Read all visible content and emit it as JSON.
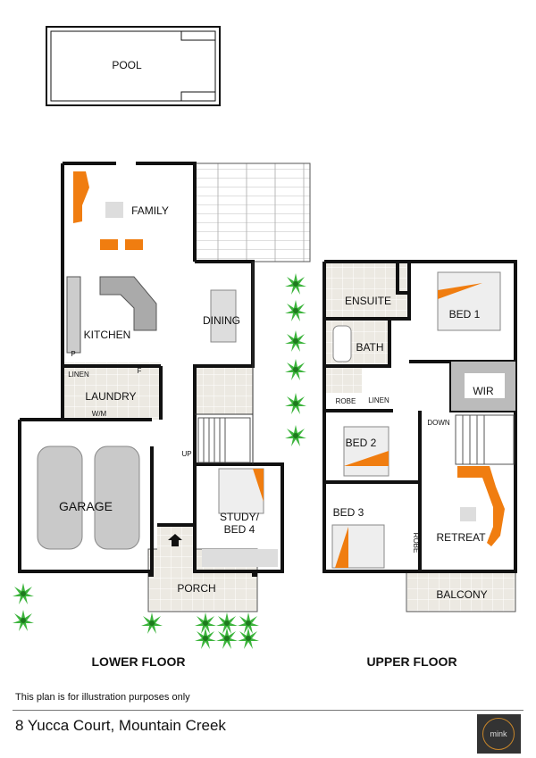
{
  "pool": {
    "label": "POOL"
  },
  "lower_floor": {
    "title": "LOWER FLOOR",
    "rooms": {
      "family": "FAMILY",
      "kitchen": "KITCHEN",
      "dining": "DINING",
      "pantry": "P",
      "linen": "LINEN",
      "fridge": "F",
      "laundry": "LAUNDRY",
      "wm": "W/M",
      "garage": "GARAGE",
      "up": "UP",
      "study": "STUDY/",
      "study2": "BED 4",
      "porch": "PORCH"
    }
  },
  "upper_floor": {
    "title": "UPPER FLOOR",
    "rooms": {
      "ensuite": "ENSUITE",
      "bed1": "BED 1",
      "bath": "BATH",
      "robe": "ROBE",
      "linen": "LINEN",
      "wir": "WIR",
      "down": "DOWN",
      "bed2": "BED 2",
      "bed3": "BED 3",
      "robe_vertical": "ROBE",
      "retreat": "RETREAT",
      "balcony": "BALCONY"
    }
  },
  "footer": {
    "disclaimer": "This plan is for illustration purposes only",
    "address": "8 Yucca Court, Mountain Creek",
    "logo_text": "mink"
  },
  "colors": {
    "accent": "#f07d10",
    "tree": "#3cb43c",
    "logo_bg": "#333333"
  }
}
